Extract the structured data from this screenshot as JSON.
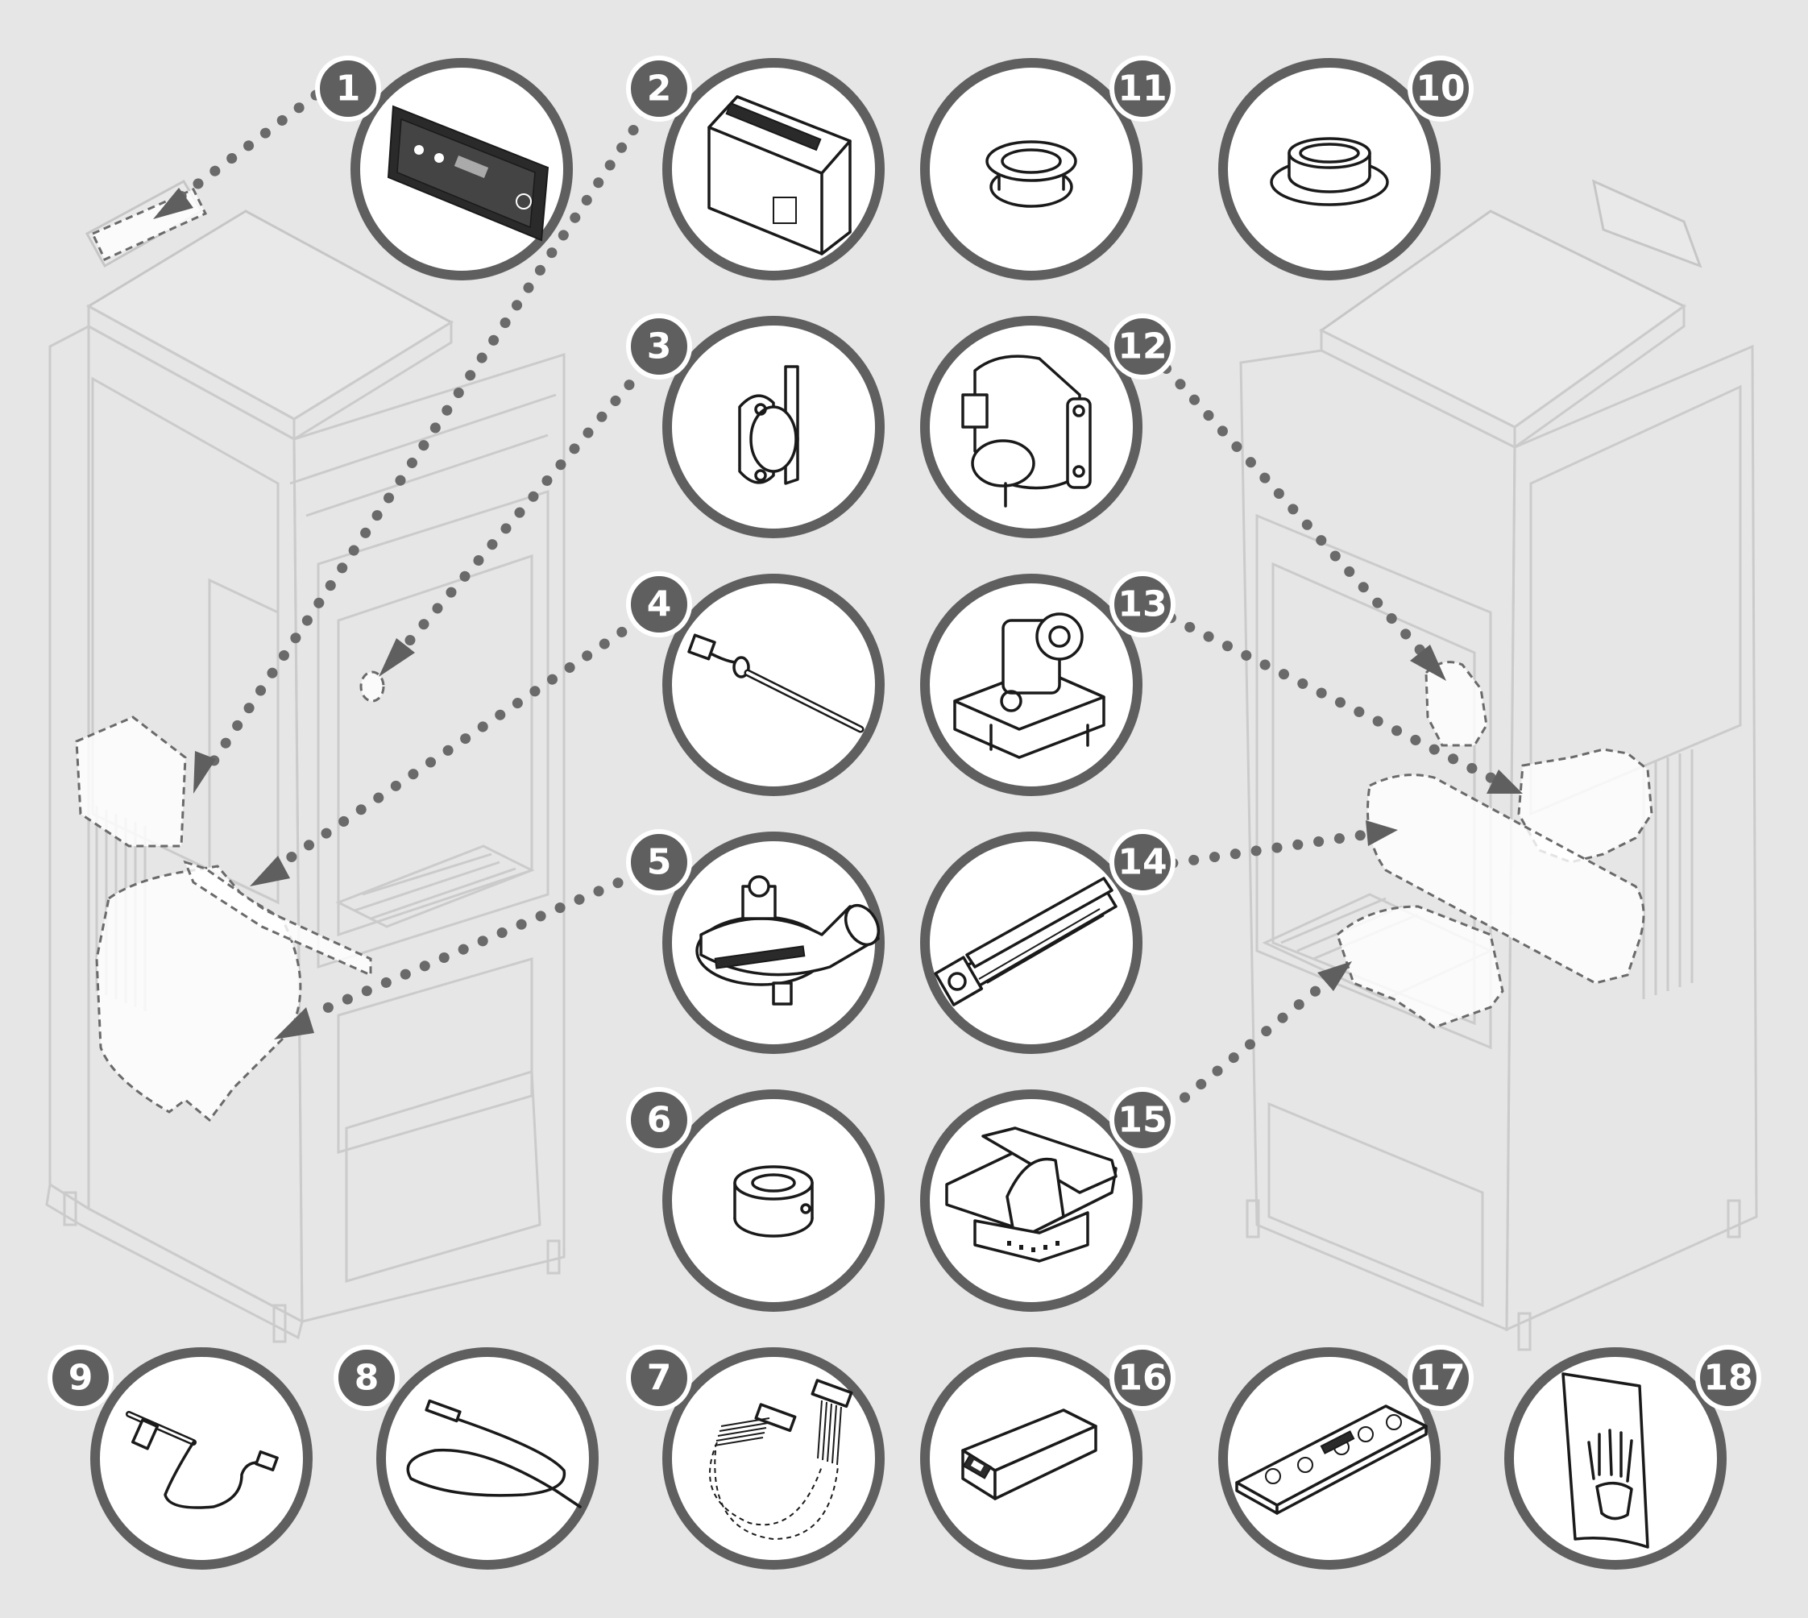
{
  "parts": [
    {
      "number": "1",
      "icon": "control-panel-icon"
    },
    {
      "number": "2",
      "icon": "electronic-board-icon"
    },
    {
      "number": "3",
      "icon": "safety-thermostat-icon"
    },
    {
      "number": "4",
      "icon": "temperature-probe-icon"
    },
    {
      "number": "5",
      "icon": "smoke-extractor-fan-icon"
    },
    {
      "number": "6",
      "icon": "ferrite-ring-icon"
    },
    {
      "number": "7",
      "icon": "flat-cable-icon"
    },
    {
      "number": "8",
      "icon": "thermocouple-icon"
    },
    {
      "number": "9",
      "icon": "ignition-resistor-icon"
    },
    {
      "number": "10",
      "icon": "gasket-ring-large-icon"
    },
    {
      "number": "11",
      "icon": "gasket-ring-small-icon"
    },
    {
      "number": "12",
      "icon": "pressure-switch-icon"
    },
    {
      "number": "13",
      "icon": "gear-motor-icon"
    },
    {
      "number": "14",
      "icon": "tangential-fan-icon"
    },
    {
      "number": "15",
      "icon": "brazier-icon"
    },
    {
      "number": "16",
      "icon": "wifi-module-icon"
    },
    {
      "number": "17",
      "icon": "remote-control-icon"
    },
    {
      "number": "18",
      "icon": "instruction-tag-icon"
    }
  ],
  "colors": {
    "background": "#e6e6e6",
    "ring": "#5f5f5f",
    "badge": "#5f5f5f",
    "badge_text": "#ffffff",
    "leader": "#6a6a6a",
    "stove_outline": "#cbcbcb"
  }
}
